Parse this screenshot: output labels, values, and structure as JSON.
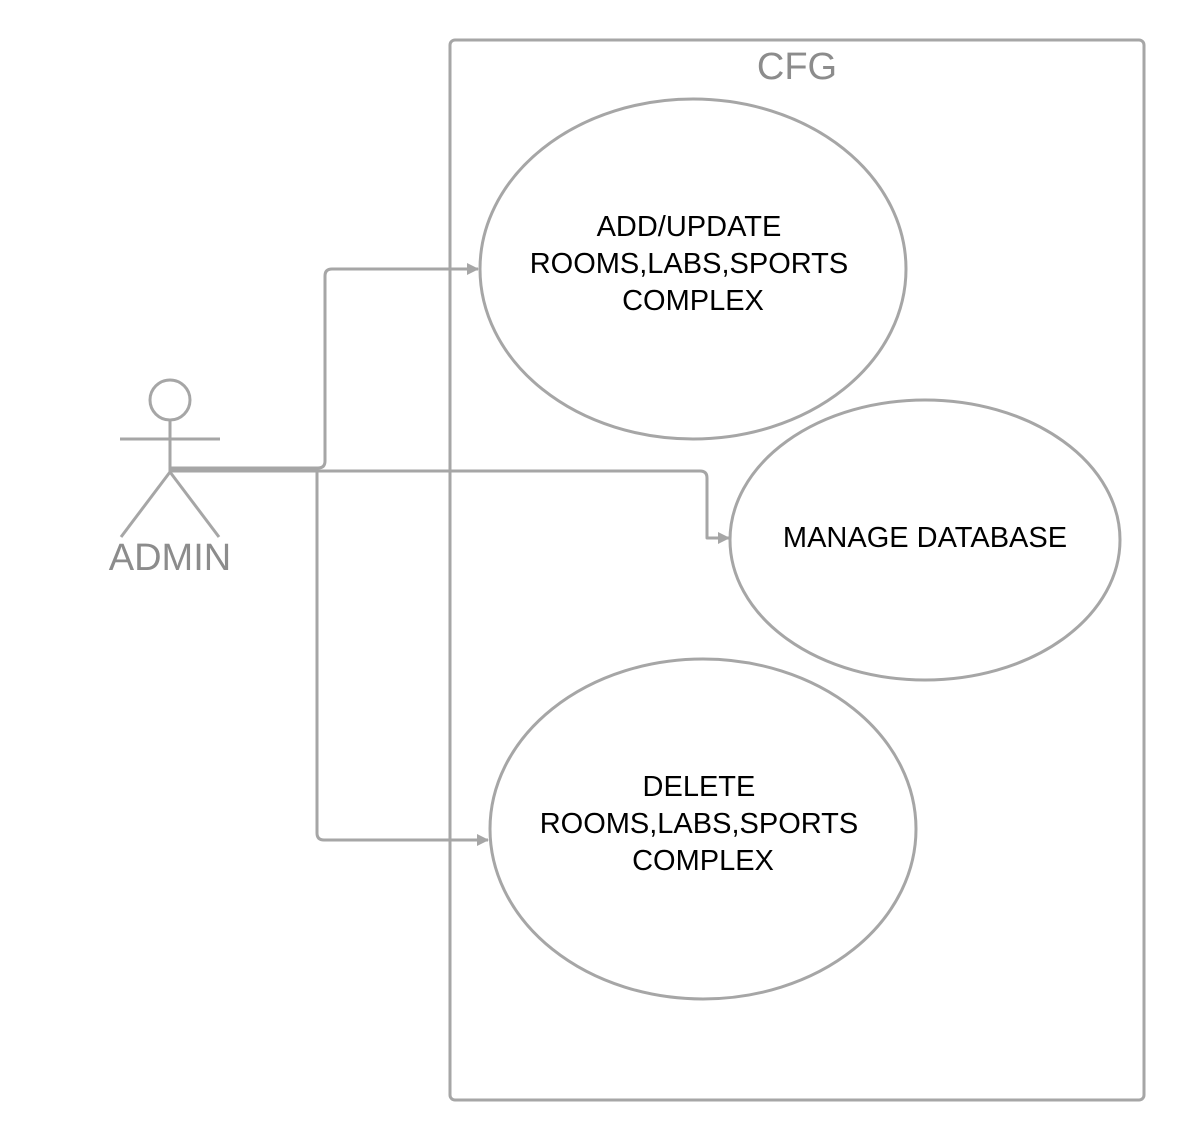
{
  "system_boundary": {
    "title": "CFG"
  },
  "actor": {
    "name": "ADMIN"
  },
  "use_cases": [
    {
      "lines": [
        "ADD/UPDATE",
        "ROOMS,LABS,SPORTS",
        "COMPLEX"
      ]
    },
    {
      "lines": [
        "MANAGE DATABASE"
      ]
    },
    {
      "lines": [
        "DELETE",
        "ROOMS,LABS,SPORTS",
        "COMPLEX"
      ]
    }
  ],
  "colors": {
    "line": "#a6a6a6",
    "boundary_text": "#8c8c8c",
    "usecase_text": "#000000"
  }
}
